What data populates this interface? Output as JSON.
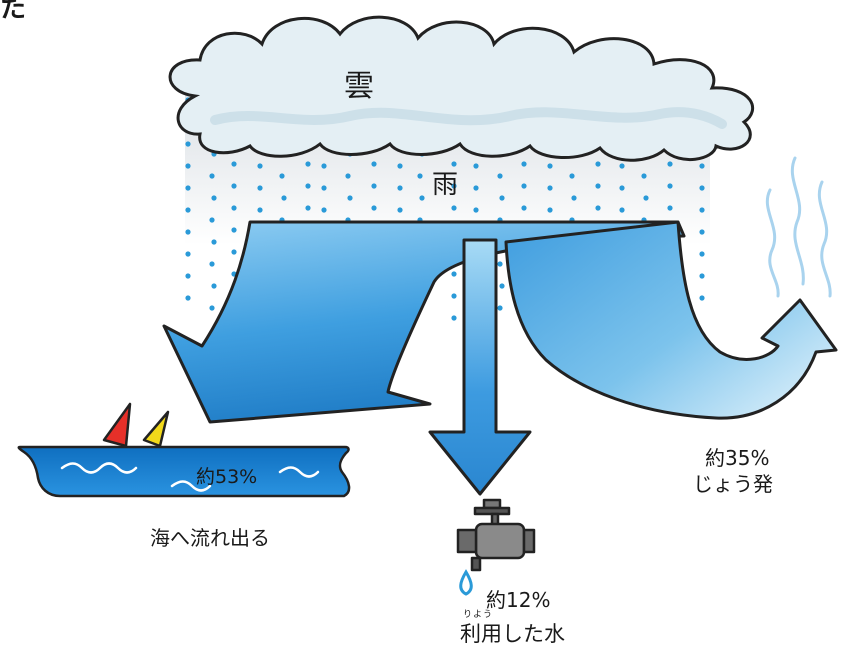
{
  "corner_text": "た",
  "cloud_label": "雲",
  "rain_label": "雨",
  "sea": {
    "percent_label": "約53%",
    "caption": "海へ流れ出る"
  },
  "evaporation": {
    "percent_label": "約35%",
    "caption": "じょう発"
  },
  "used_water": {
    "percent_label": "約12%",
    "ruby": "りよう",
    "caption": "利用した水"
  },
  "colors": {
    "flow_blue": "#2f8fd6",
    "flow_light": "#bfe3f8",
    "sea_blue": "#1e88d8",
    "rain_dot": "#2a9ad8",
    "cloud": "#e3eef3",
    "sail_red": "#e63029",
    "sail_yellow": "#f2d91a",
    "faucet": "#333333"
  },
  "icons": [
    "cloud-icon",
    "raindrop-icon",
    "sailboat-icon",
    "faucet-icon",
    "water-drop-icon",
    "steam-icon"
  ]
}
